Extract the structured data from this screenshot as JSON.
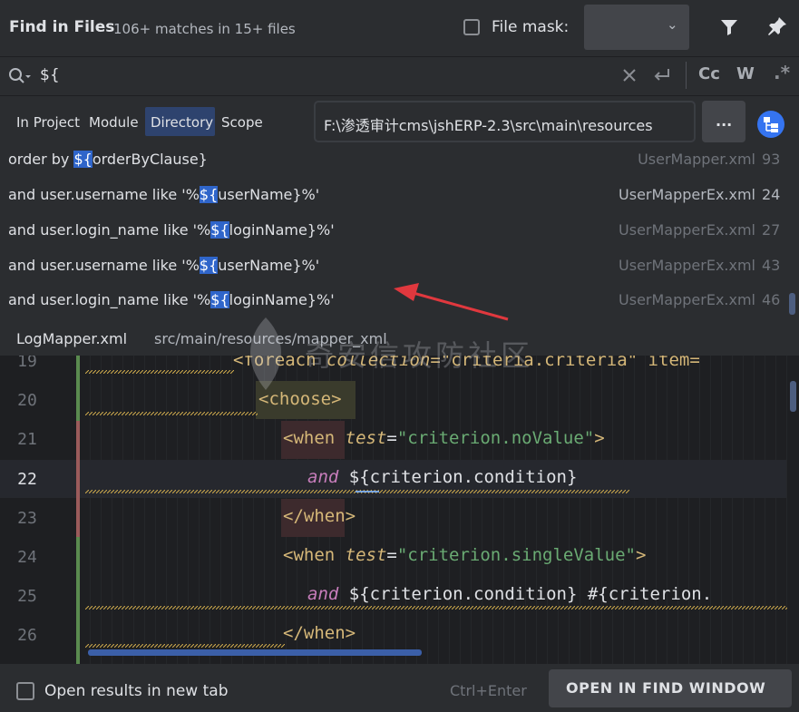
{
  "header": {
    "title": "Find in Files",
    "subtitle": "106+ matches in 15+ files",
    "file_mask_label": "File mask:",
    "file_mask_value": ""
  },
  "search": {
    "query": "${"
  },
  "toolbar": {
    "case_label": "Cc",
    "word_label": "W",
    "regex_label": ".*"
  },
  "scope": {
    "in_project": "In Project",
    "module": "Module",
    "directory": "Directory",
    "scope": "Scope",
    "directory_path": "F:\\渗透审计cms\\jshERP-2.3\\src\\main\\resources",
    "browse_label": "..."
  },
  "results": [
    {
      "pre": "order by ",
      "match": "${",
      "post": "orderByClause}",
      "file": "UserMapper.xml",
      "line": "93"
    },
    {
      "pre": "and user.username like '%",
      "match": "${",
      "post": "userName}%'",
      "file": "UserMapperEx.xml",
      "line": "24"
    },
    {
      "pre": "and user.login_name like '%",
      "match": "${",
      "post": "loginName}%'",
      "file": "UserMapperEx.xml",
      "line": "27"
    },
    {
      "pre": "and user.username like '%",
      "match": "${",
      "post": "userName}%'",
      "file": "UserMapperEx.xml",
      "line": "43"
    },
    {
      "pre": "and user.login_name like '%",
      "match": "${",
      "post": "loginName}%'",
      "file": "UserMapperEx.xml",
      "line": "46"
    }
  ],
  "preview": {
    "file": "LogMapper.xml",
    "path": "src/main/resources/mapper_xml",
    "lines": [
      "19",
      "20",
      "21",
      "22",
      "23",
      "24",
      "25",
      "26"
    ],
    "code": {
      "l19_tag": "<foreach ",
      "l19_attr": "collection",
      "l19_rest": "=\"criteria.criteria\" item=",
      "l20": "<choose>",
      "l21_open": "<when ",
      "l21_attr": "test",
      "l21_eq": "=",
      "l21_val": "\"criterion.noValue\"",
      "l21_close": ">",
      "l22_kw": "and",
      "l22_rest": " ${criterion.condition}",
      "l23": "</when>",
      "l24_open": "<when ",
      "l24_attr": "test",
      "l24_eq": "=",
      "l24_val": "\"criterion.singleValue\"",
      "l24_close": ">",
      "l25_kw": "and",
      "l25_rest": " ${criterion.condition} #{criterion.",
      "l26": "</when>"
    }
  },
  "watermark": "奇安信攻防社区",
  "footer": {
    "new_tab_label": "Open results in new tab",
    "shortcut": "Ctrl+Enter",
    "open_button": "OPEN IN FIND WINDOW"
  },
  "colors": {
    "background": "#2b2d30",
    "editor_background": "#1e1f22",
    "match_highlight": "#2f65ca",
    "selected_scope": "#2e436e",
    "arrow": "#e0383e"
  }
}
